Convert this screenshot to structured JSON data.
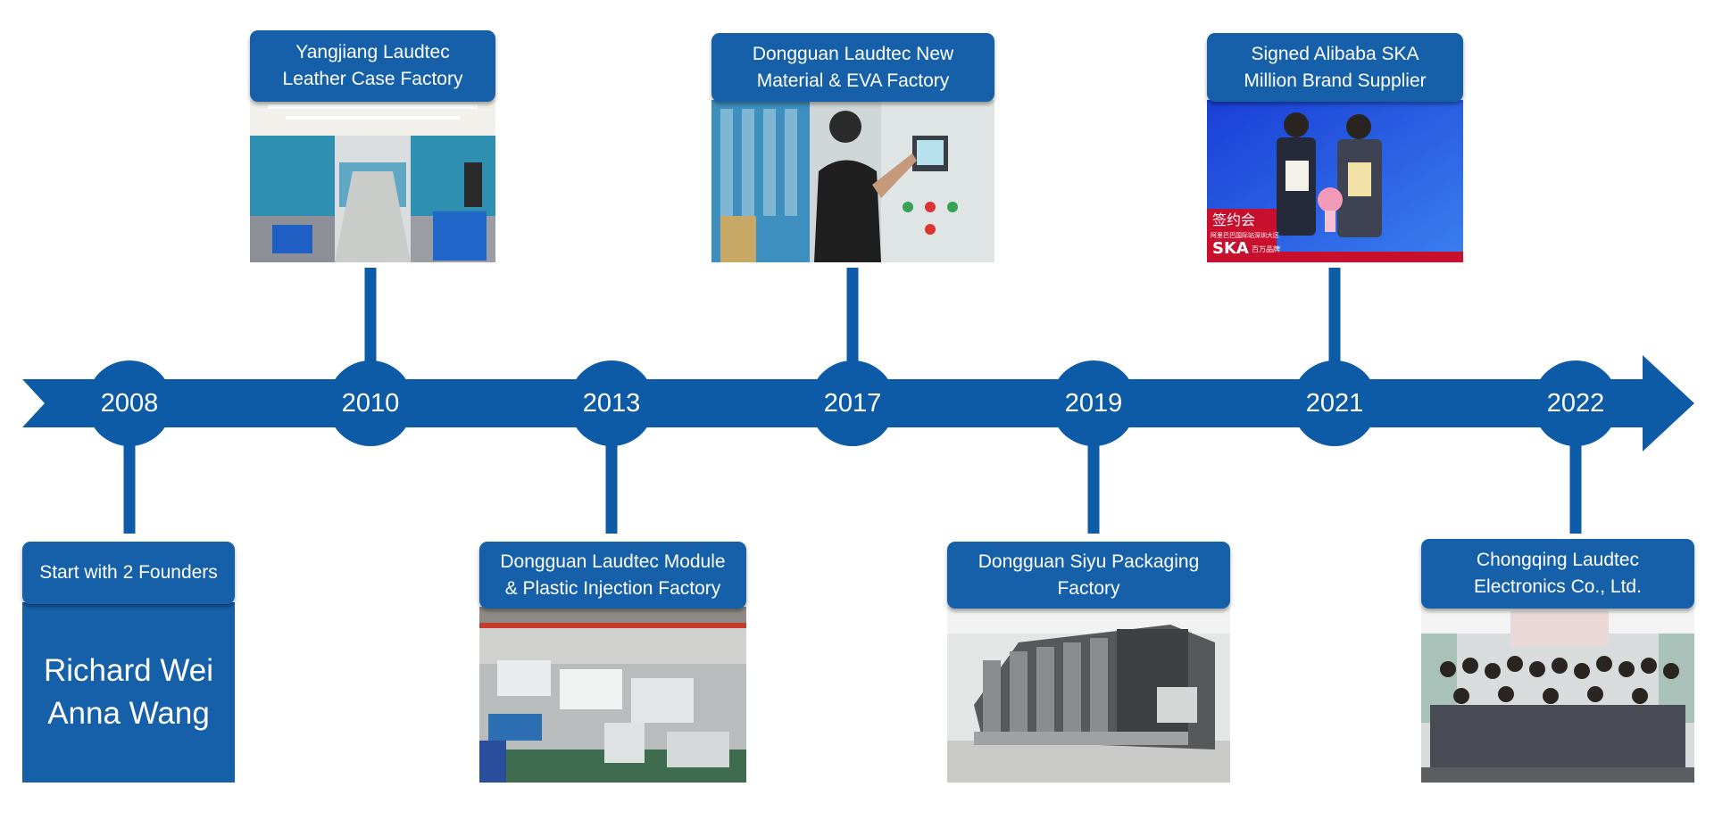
{
  "colors": {
    "timeline_blue": "#0d5aa6",
    "card_blue": "#1560a8",
    "text_white": "#ffffff"
  },
  "timeline": {
    "years": [
      "2008",
      "2010",
      "2013",
      "2017",
      "2019",
      "2021",
      "2022"
    ]
  },
  "milestones": [
    {
      "year": "2008",
      "label_lines": [
        "Start with 2 Founders"
      ],
      "founders": [
        "Richard Wei",
        "Anna Wang"
      ]
    },
    {
      "year": "2010",
      "label_lines": [
        "Yangjiang Laudtec",
        "Leather Case Factory"
      ],
      "photo": "factory-floor-photo"
    },
    {
      "year": "2013",
      "label_lines": [
        "Dongguan Laudtec Module",
        "& Plastic Injection Factory"
      ],
      "photo": "injection-machines-photo"
    },
    {
      "year": "2017",
      "label_lines": [
        "Dongguan Laudtec New",
        "Material & EVA Factory"
      ],
      "photo": "operator-control-panel-photo"
    },
    {
      "year": "2019",
      "label_lines": [
        "Dongguan Siyu Packaging",
        "Factory"
      ],
      "photo": "printing-press-photo"
    },
    {
      "year": "2021",
      "label_lines": [
        "Signed Alibaba SKA",
        "Million Brand Supplier"
      ],
      "photo": "signing-ceremony-photo",
      "photo_text": {
        "banner": "签约会",
        "sub": "阿里巴巴国际站深圳大区",
        "brand": "SKA",
        "brand_cn": "百万品牌"
      }
    },
    {
      "year": "2022",
      "label_lines": [
        "Chongqing Laudtec",
        "Electronics Co., Ltd."
      ],
      "photo": "team-group-photo"
    }
  ]
}
